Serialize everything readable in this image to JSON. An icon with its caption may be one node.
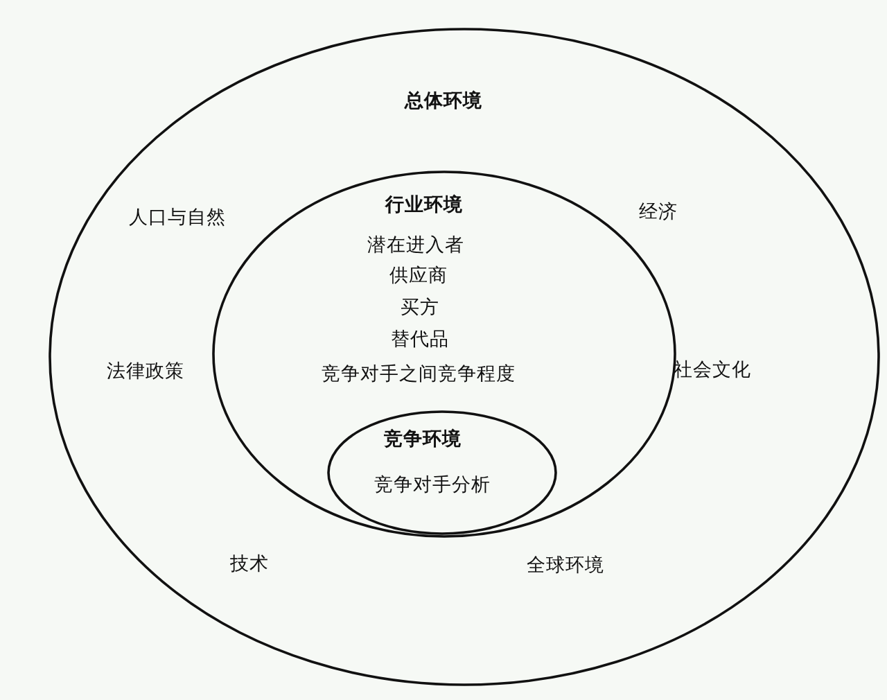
{
  "diagram": {
    "nodes": [
      {
        "text": [
          "总体环境",
          "人口与自然",
          "经济",
          "法律政策",
          "社会文化",
          "技术",
          "全球环境"
        ]
      },
      {
        "text": [
          "行业环境",
          "潜在进入者",
          "供应商",
          "买方",
          "替代品",
          "竞争对手之间竞争程度"
        ],
        "in": 0
      },
      {
        "text": [
          "竞争环境",
          "竞争对手分析"
        ],
        "in": 1
      }
    ]
  }
}
